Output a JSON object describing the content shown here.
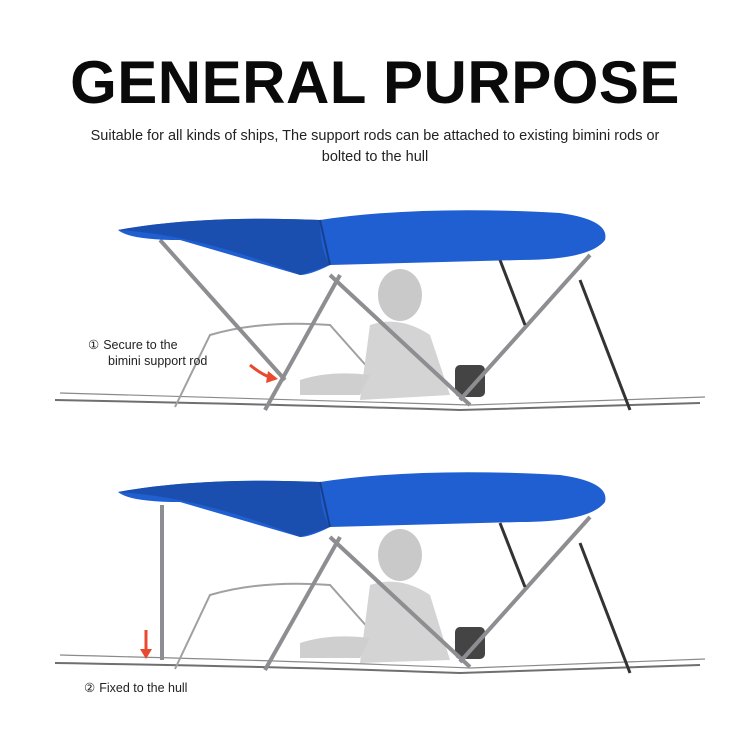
{
  "heading": {
    "title": "GENERAL PURPOSE",
    "description": "Suitable for all kinds of ships, The support rods can be attached to existing bimini rods or bolted to the hull"
  },
  "mounting_options": [
    {
      "marker": "①",
      "label_line1": "Secure to the",
      "label_line2": "bimini support rod"
    },
    {
      "marker": "②",
      "label_line1": "Fixed to the hull",
      "label_line2": ""
    }
  ],
  "colors": {
    "canopy": "#1f5fd1",
    "canopy_shade": "#1a4fb0",
    "frame": "#8e8e92",
    "arrow": "#e8492f",
    "hull_outline": "#6f6f6f",
    "figure": "#c9c9c9"
  }
}
